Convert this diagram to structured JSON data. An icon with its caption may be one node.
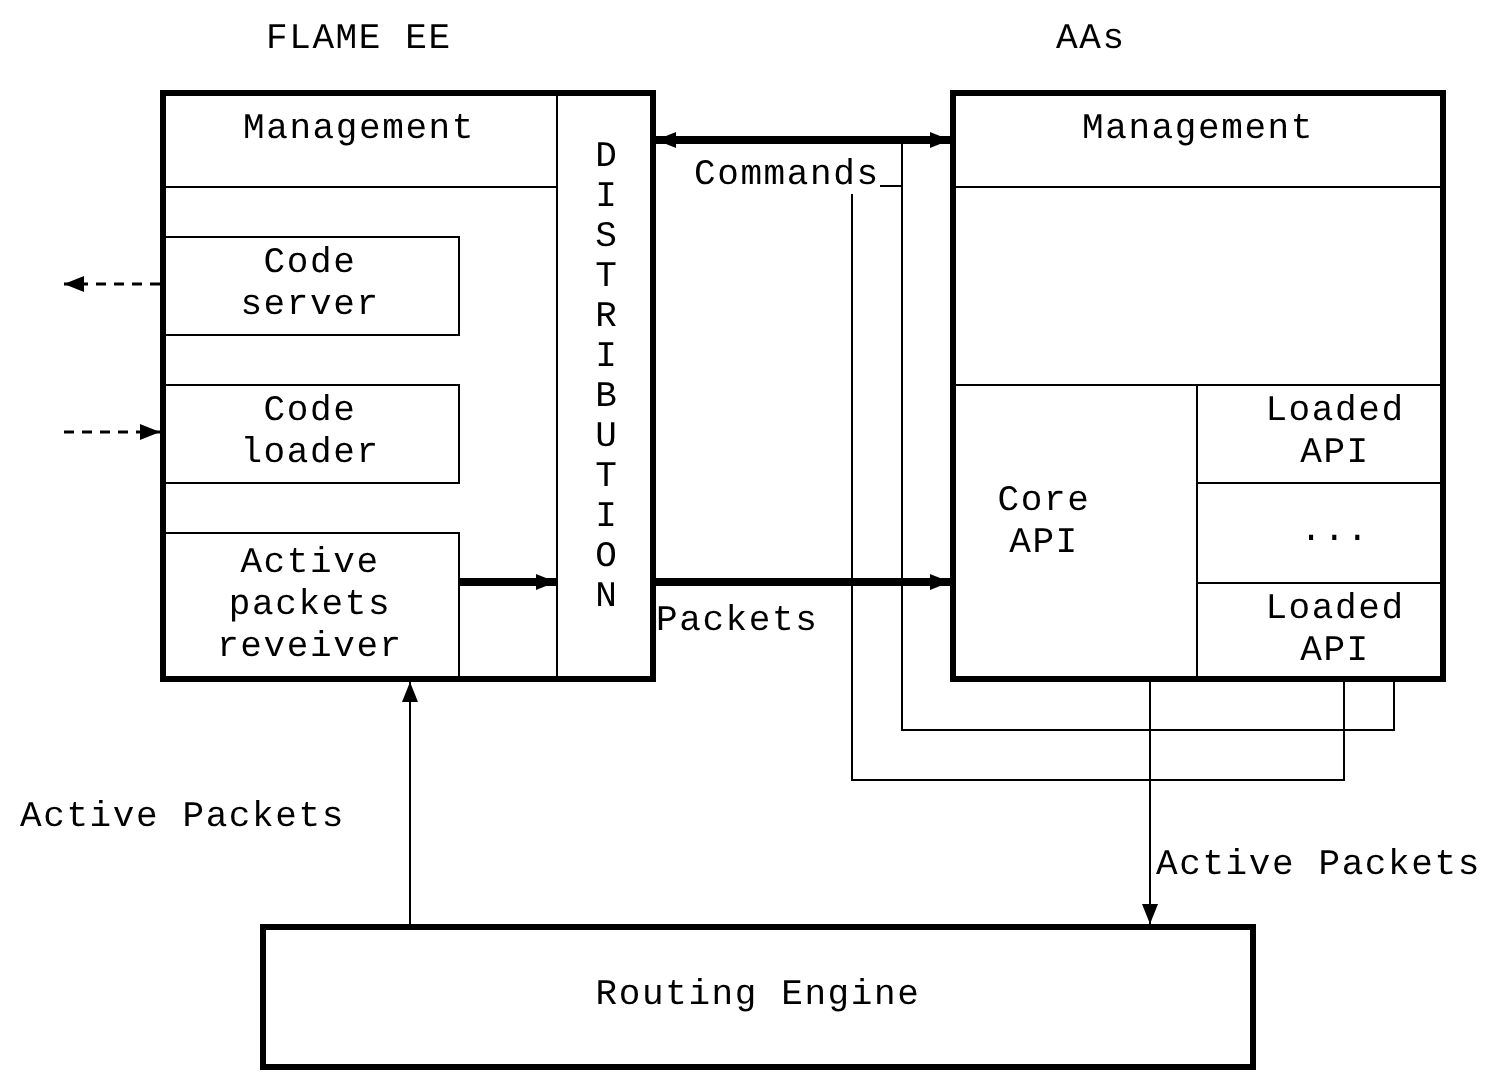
{
  "diagram": {
    "nodes": [
      {
        "text": [
          "FLAME EE"
        ]
      },
      {
        "text": [
          "Management"
        ],
        "in": 0
      },
      {
        "text": [
          "DISTRIBUTION"
        ],
        "in": 0
      },
      {
        "text": [
          "Code server"
        ],
        "in": 0
      },
      {
        "text": [
          "Code loader"
        ],
        "in": 0
      },
      {
        "text": [
          "Active packets reveiver"
        ],
        "in": 0
      },
      {
        "text": [
          "AAs"
        ]
      },
      {
        "text": [
          "Management"
        ],
        "in": 6
      },
      {
        "text": [
          "Core API"
        ],
        "in": 6
      },
      {
        "text": [
          "Loaded API"
        ],
        "in": 6
      },
      {
        "text": [
          "..."
        ],
        "in": 6
      },
      {
        "text": [
          "Loaded API"
        ],
        "in": 6
      },
      {
        "text": [
          "Routing Engine"
        ]
      }
    ],
    "edges": [
      {
        "from": 2,
        "to": 7,
        "arrow": "both",
        "label": "Commands",
        "style": "thick"
      },
      {
        "from": 2,
        "to": 8,
        "arrow": "to",
        "label": "Packets",
        "style": "thick"
      },
      {
        "from": 5,
        "to": 2,
        "arrow": "to",
        "style": "thick"
      },
      {
        "from": 3,
        "to": null,
        "arrow": "to",
        "style": "dashed"
      },
      {
        "from": null,
        "to": 4,
        "arrow": "to",
        "style": "dashed"
      },
      {
        "from": 12,
        "to": 5,
        "arrow": "to",
        "label": "Active Packets"
      },
      {
        "from": 6,
        "to": 12,
        "arrow": "to",
        "label": "Active Packets"
      },
      {
        "from": null,
        "to": 11,
        "arrow": "none"
      },
      {
        "from": null,
        "to": 11,
        "arrow": "none"
      }
    ]
  }
}
